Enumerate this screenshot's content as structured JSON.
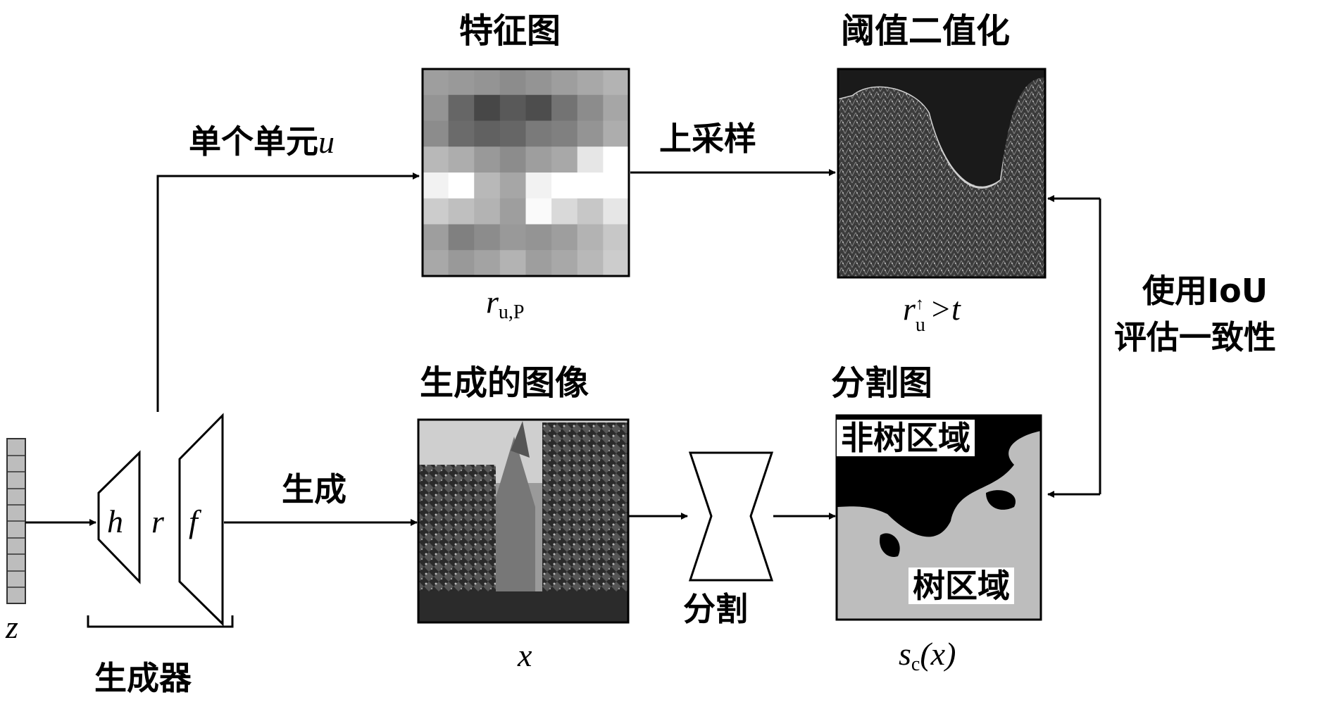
{
  "labels": {
    "feature_map_title": "特征图",
    "threshold_title": "阈值二值化",
    "generated_image_title": "生成的图像",
    "segmentation_title": "分割图",
    "single_unit": "单个单元",
    "single_unit_var": "u",
    "upsample": "上采样",
    "generate": "生成",
    "segment": "分割",
    "generator": "生成器",
    "iou_line1": "使用IoU",
    "iou_line2": "评估一致性",
    "non_tree_region": "非树区域",
    "tree_region": "树区域"
  },
  "math": {
    "z": "z",
    "h": "h",
    "r": "r",
    "f": "f",
    "x": "x",
    "r_u_P_base": "r",
    "r_u_P_sub": "u,P",
    "r_up_base": "r",
    "r_up_sup": "↑",
    "r_up_sub": "u",
    "r_up_rest": ">t",
    "s_c_base": "s",
    "s_c_sub": "c",
    "s_c_rest": "(x)"
  },
  "feature_map_grid": [
    [
      0.62,
      0.6,
      0.58,
      0.55,
      0.58,
      0.62,
      0.66,
      0.7
    ],
    [
      0.58,
      0.4,
      0.28,
      0.35,
      0.3,
      0.45,
      0.55,
      0.65
    ],
    [
      0.55,
      0.42,
      0.38,
      0.4,
      0.48,
      0.5,
      0.58,
      0.68
    ],
    [
      0.72,
      0.68,
      0.6,
      0.55,
      0.62,
      0.66,
      0.9,
      1.0
    ],
    [
      0.95,
      1.0,
      0.72,
      0.65,
      0.95,
      1.0,
      1.0,
      1.0
    ],
    [
      0.8,
      0.75,
      0.7,
      0.62,
      0.98,
      0.85,
      0.78,
      0.9
    ],
    [
      0.62,
      0.5,
      0.55,
      0.6,
      0.58,
      0.62,
      0.7,
      0.78
    ],
    [
      0.66,
      0.6,
      0.64,
      0.7,
      0.62,
      0.66,
      0.72,
      0.8
    ]
  ]
}
